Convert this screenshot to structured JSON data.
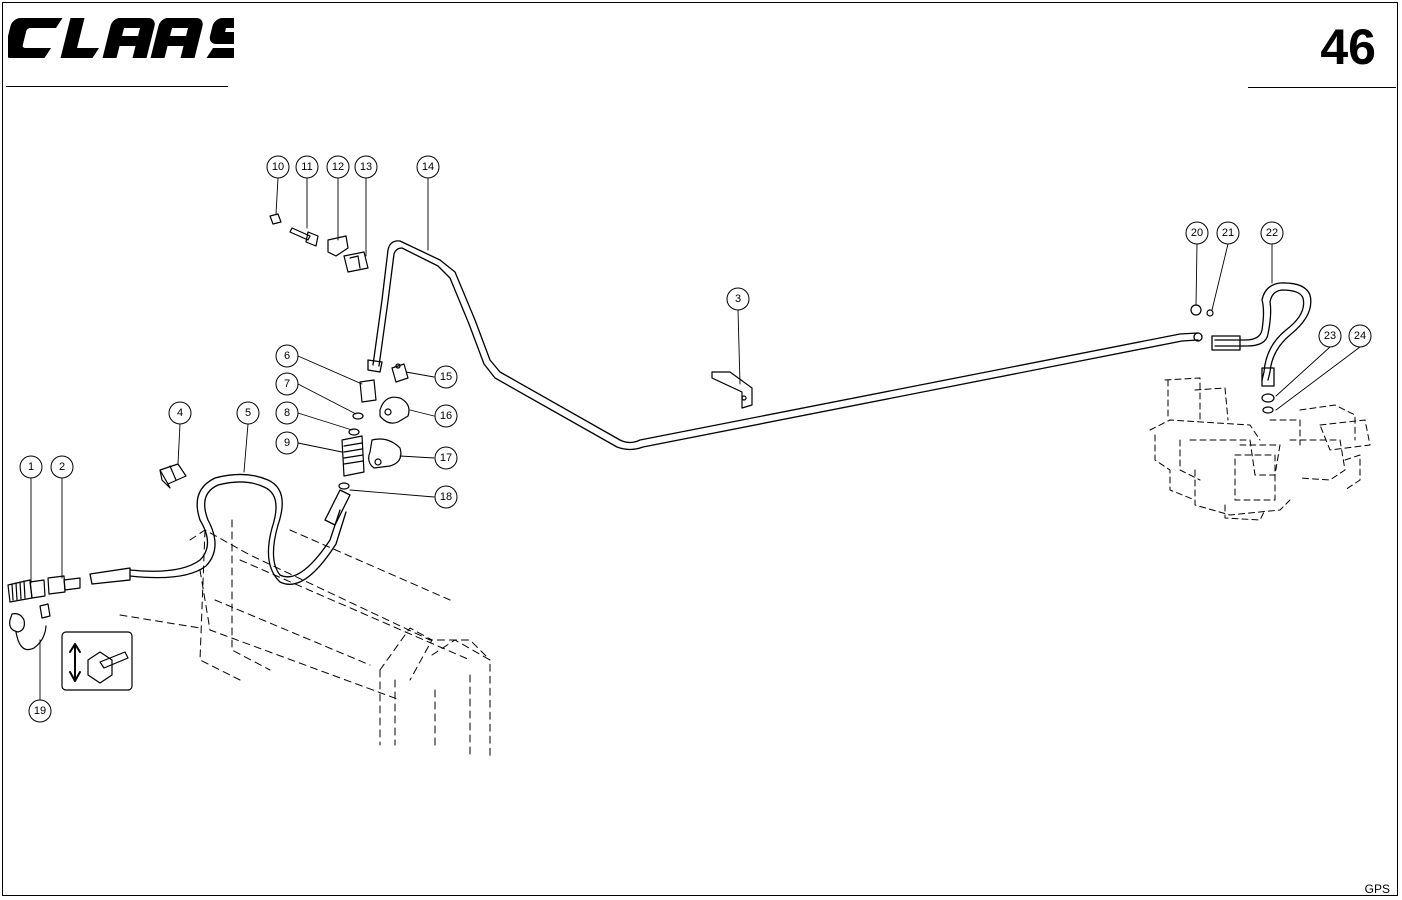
{
  "header": {
    "brand": "CLAAS",
    "page_number": "46"
  },
  "footer": {
    "code": "GPS"
  },
  "callouts": [
    {
      "id": "1",
      "label": "1"
    },
    {
      "id": "2",
      "label": "2"
    },
    {
      "id": "3",
      "label": "3"
    },
    {
      "id": "4",
      "label": "4"
    },
    {
      "id": "5",
      "label": "5"
    },
    {
      "id": "6",
      "label": "6"
    },
    {
      "id": "7",
      "label": "7"
    },
    {
      "id": "8",
      "label": "8"
    },
    {
      "id": "9",
      "label": "9"
    },
    {
      "id": "10",
      "label": "10"
    },
    {
      "id": "11",
      "label": "11"
    },
    {
      "id": "12",
      "label": "12"
    },
    {
      "id": "13",
      "label": "13"
    },
    {
      "id": "14",
      "label": "14"
    },
    {
      "id": "15",
      "label": "15"
    },
    {
      "id": "16",
      "label": "16"
    },
    {
      "id": "17",
      "label": "17"
    },
    {
      "id": "18",
      "label": "18"
    },
    {
      "id": "19",
      "label": "19"
    },
    {
      "id": "20",
      "label": "20"
    },
    {
      "id": "21",
      "label": "21"
    },
    {
      "id": "22",
      "label": "22"
    },
    {
      "id": "23",
      "label": "23"
    },
    {
      "id": "24",
      "label": "24"
    }
  ]
}
